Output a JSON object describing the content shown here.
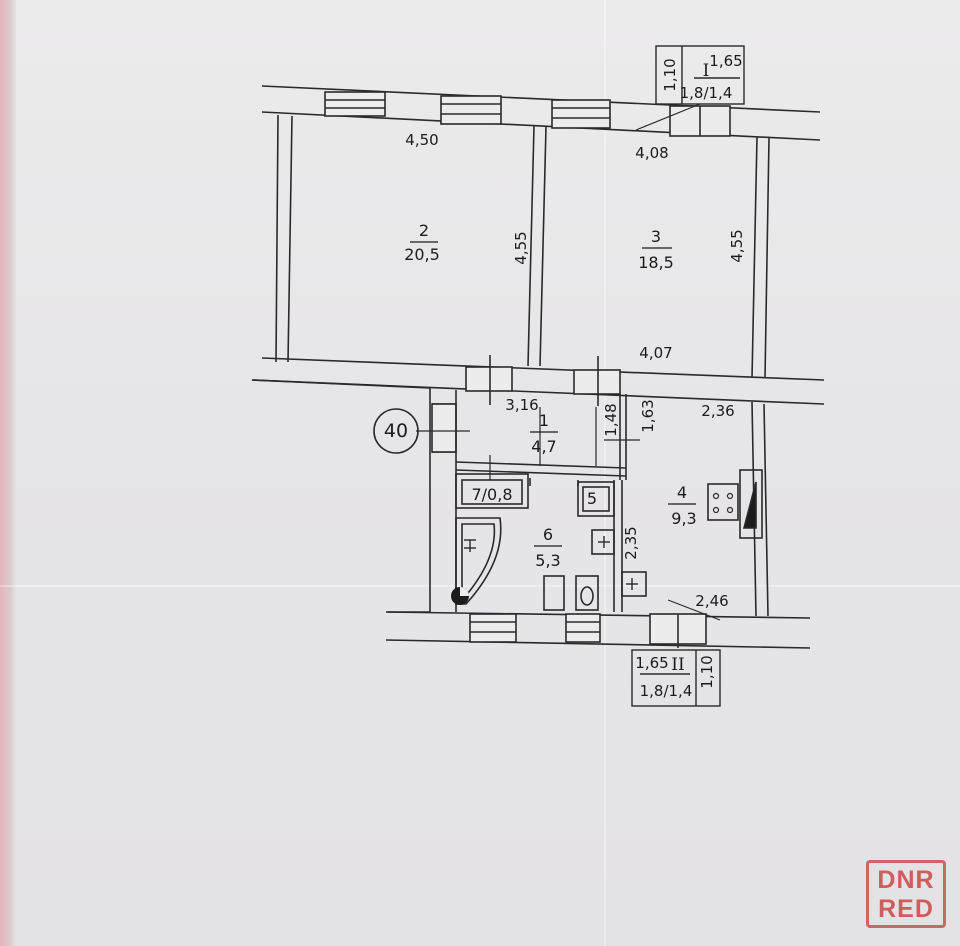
{
  "rooms": [
    {
      "number": "1",
      "area": "4,7"
    },
    {
      "number": "2",
      "area": "20,5"
    },
    {
      "number": "3",
      "area": "18,5"
    },
    {
      "number": "4",
      "area": "9,3"
    },
    {
      "number": "5",
      "area": ""
    },
    {
      "number": "6",
      "area": "5,3"
    },
    {
      "number": "7",
      "area": "0,8"
    }
  ],
  "room5_label": "5",
  "room7_label": "7/0,8",
  "dimensions": {
    "room2_width": "4,50",
    "room2_height": "4,55",
    "room3_width_top": "4,08",
    "room3_width_bottom": "4,07",
    "room3_height": "4,55",
    "room1_width": "3,16",
    "room1_height_a": "1,48",
    "room1_height_b": "1,63",
    "room4_width_top": "2,36",
    "room4_width_bottom": "2,46",
    "room6_height": "2,35"
  },
  "balcony_1": {
    "numeral": "I",
    "height": "1,10",
    "width": "1,65",
    "size": "1,8/1,4"
  },
  "balcony_2": {
    "numeral": "II",
    "height": "1,10",
    "width": "1,65",
    "size": "1,8/1,4"
  },
  "apartment_number": "40",
  "watermark": {
    "line1": "DNR",
    "line2": "RED"
  }
}
